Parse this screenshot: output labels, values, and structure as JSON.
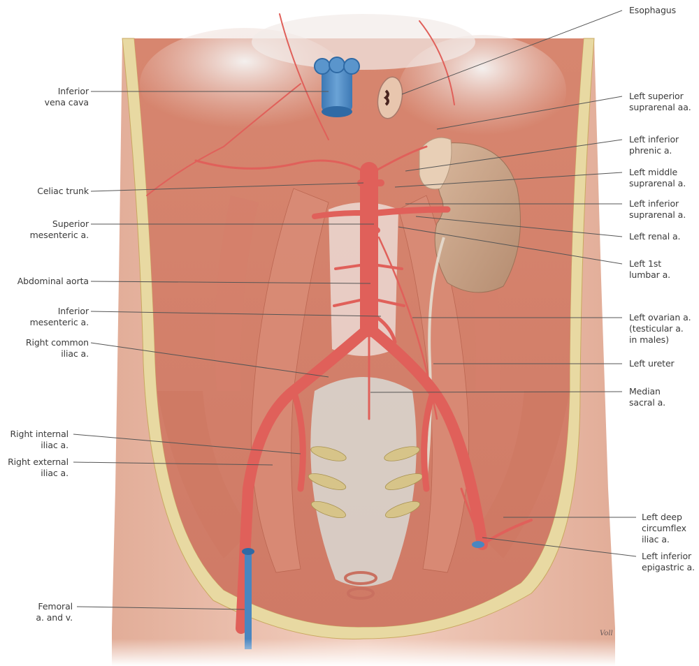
{
  "figure": {
    "subject": "Abdominal aorta and its branches, posterior abdominal wall, anterior view",
    "signature": "Voll",
    "colors": {
      "artery": "#e0605a",
      "vein": "#4a86c0",
      "muscle": "#d98a78",
      "kidney": "#c9a58a",
      "skin": "#ecc2b0",
      "fat_layer": "#e6d6a0",
      "label_text": "#3a3a3a",
      "leader_line": "#555555"
    }
  },
  "labels_left": [
    {
      "id": "inferior-vena-cava",
      "text": "Inferior\nvena cava"
    },
    {
      "id": "celiac-trunk",
      "text": "Celiac trunk"
    },
    {
      "id": "superior-mesenteric-a",
      "text": "Superior\nmesenteric a."
    },
    {
      "id": "abdominal-aorta",
      "text": "Abdominal aorta"
    },
    {
      "id": "inferior-mesenteric-a",
      "text": "Inferior\nmesenteric a."
    },
    {
      "id": "right-common-iliac-a",
      "text": "Right common\niliac a."
    },
    {
      "id": "right-internal-iliac-a",
      "text": "Right internal\niliac a."
    },
    {
      "id": "right-external-iliac-a",
      "text": "Right external\niliac a."
    },
    {
      "id": "femoral-a-and-v",
      "text": "Femoral\na. and v."
    }
  ],
  "labels_right": [
    {
      "id": "esophagus",
      "text": "Esophagus"
    },
    {
      "id": "left-superior-suprarenal-aa",
      "text": "Left superior\nsuprarenal aa."
    },
    {
      "id": "left-inferior-phrenic-a",
      "text": "Left inferior\nphrenic a."
    },
    {
      "id": "left-middle-suprarenal-a",
      "text": "Left middle\nsuprarenal a."
    },
    {
      "id": "left-inferior-suprarenal-a",
      "text": "Left inferior\nsuprarenal a."
    },
    {
      "id": "left-renal-a",
      "text": "Left renal a."
    },
    {
      "id": "left-1st-lumbar-a",
      "text": "Left 1st\nlumbar a."
    },
    {
      "id": "left-ovarian-a",
      "text": "Left ovarian a.\n(testicular a.\nin males)"
    },
    {
      "id": "left-ureter",
      "text": "Left ureter"
    },
    {
      "id": "median-sacral-a",
      "text": "Median\nsacral a."
    },
    {
      "id": "left-deep-circumflex-iliac-a",
      "text": "Left deep\ncircumflex\niliac a."
    },
    {
      "id": "left-inferior-epigastric-a",
      "text": "Left inferior\nepigastric a."
    }
  ]
}
